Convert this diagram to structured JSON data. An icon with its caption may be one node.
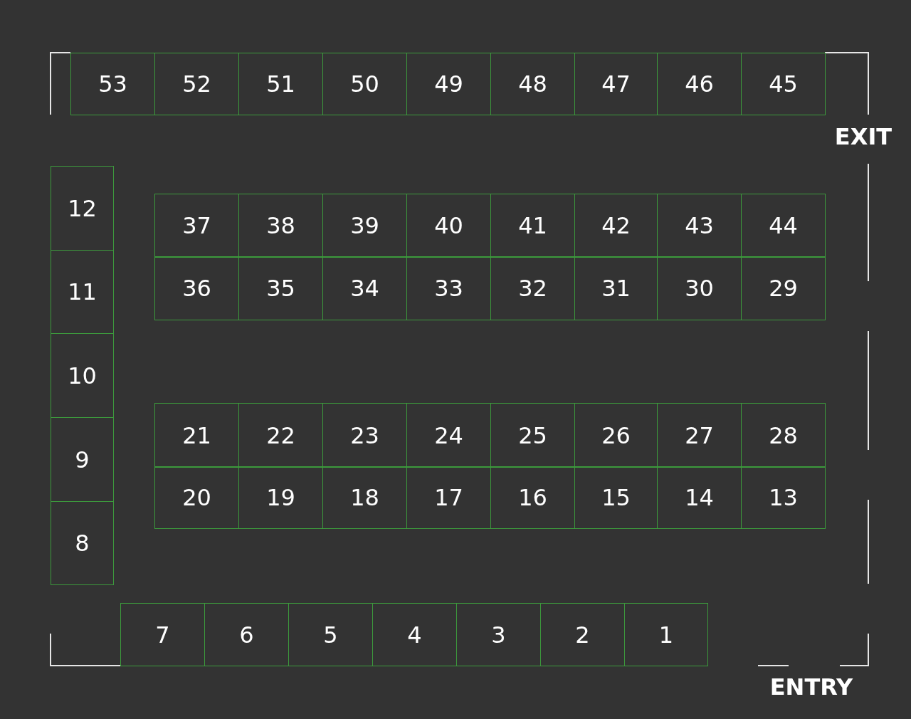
{
  "diagram": {
    "nodes": [
      {
        "text": [
          "53"
        ]
      },
      {
        "text": [
          "52"
        ]
      },
      {
        "text": [
          "51"
        ]
      },
      {
        "text": [
          "50"
        ]
      },
      {
        "text": [
          "49"
        ]
      },
      {
        "text": [
          "48"
        ]
      },
      {
        "text": [
          "47"
        ]
      },
      {
        "text": [
          "46"
        ]
      },
      {
        "text": [
          "45"
        ]
      },
      {
        "text": [
          "12"
        ]
      },
      {
        "text": [
          "11"
        ]
      },
      {
        "text": [
          "10"
        ]
      },
      {
        "text": [
          "9"
        ]
      },
      {
        "text": [
          "8"
        ]
      },
      {
        "text": [
          "37"
        ]
      },
      {
        "text": [
          "38"
        ]
      },
      {
        "text": [
          "39"
        ]
      },
      {
        "text": [
          "40"
        ]
      },
      {
        "text": [
          "41"
        ]
      },
      {
        "text": [
          "42"
        ]
      },
      {
        "text": [
          "43"
        ]
      },
      {
        "text": [
          "44"
        ]
      },
      {
        "text": [
          "36"
        ]
      },
      {
        "text": [
          "35"
        ]
      },
      {
        "text": [
          "34"
        ]
      },
      {
        "text": [
          "33"
        ]
      },
      {
        "text": [
          "32"
        ]
      },
      {
        "text": [
          "31"
        ]
      },
      {
        "text": [
          "30"
        ]
      },
      {
        "text": [
          "29"
        ]
      },
      {
        "text": [
          "21"
        ]
      },
      {
        "text": [
          "22"
        ]
      },
      {
        "text": [
          "23"
        ]
      },
      {
        "text": [
          "24"
        ]
      },
      {
        "text": [
          "25"
        ]
      },
      {
        "text": [
          "26"
        ]
      },
      {
        "text": [
          "27"
        ]
      },
      {
        "text": [
          "28"
        ]
      },
      {
        "text": [
          "20"
        ]
      },
      {
        "text": [
          "19"
        ]
      },
      {
        "text": [
          "18"
        ]
      },
      {
        "text": [
          "17"
        ]
      },
      {
        "text": [
          "16"
        ]
      },
      {
        "text": [
          "15"
        ]
      },
      {
        "text": [
          "14"
        ]
      },
      {
        "text": [
          "13"
        ]
      },
      {
        "text": [
          "7"
        ]
      },
      {
        "text": [
          "6"
        ]
      },
      {
        "text": [
          "5"
        ]
      },
      {
        "text": [
          "4"
        ]
      },
      {
        "text": [
          "3"
        ]
      },
      {
        "text": [
          "2"
        ]
      },
      {
        "text": [
          "1"
        ]
      }
    ],
    "labels": [
      "EXIT",
      "ENTRY"
    ]
  }
}
